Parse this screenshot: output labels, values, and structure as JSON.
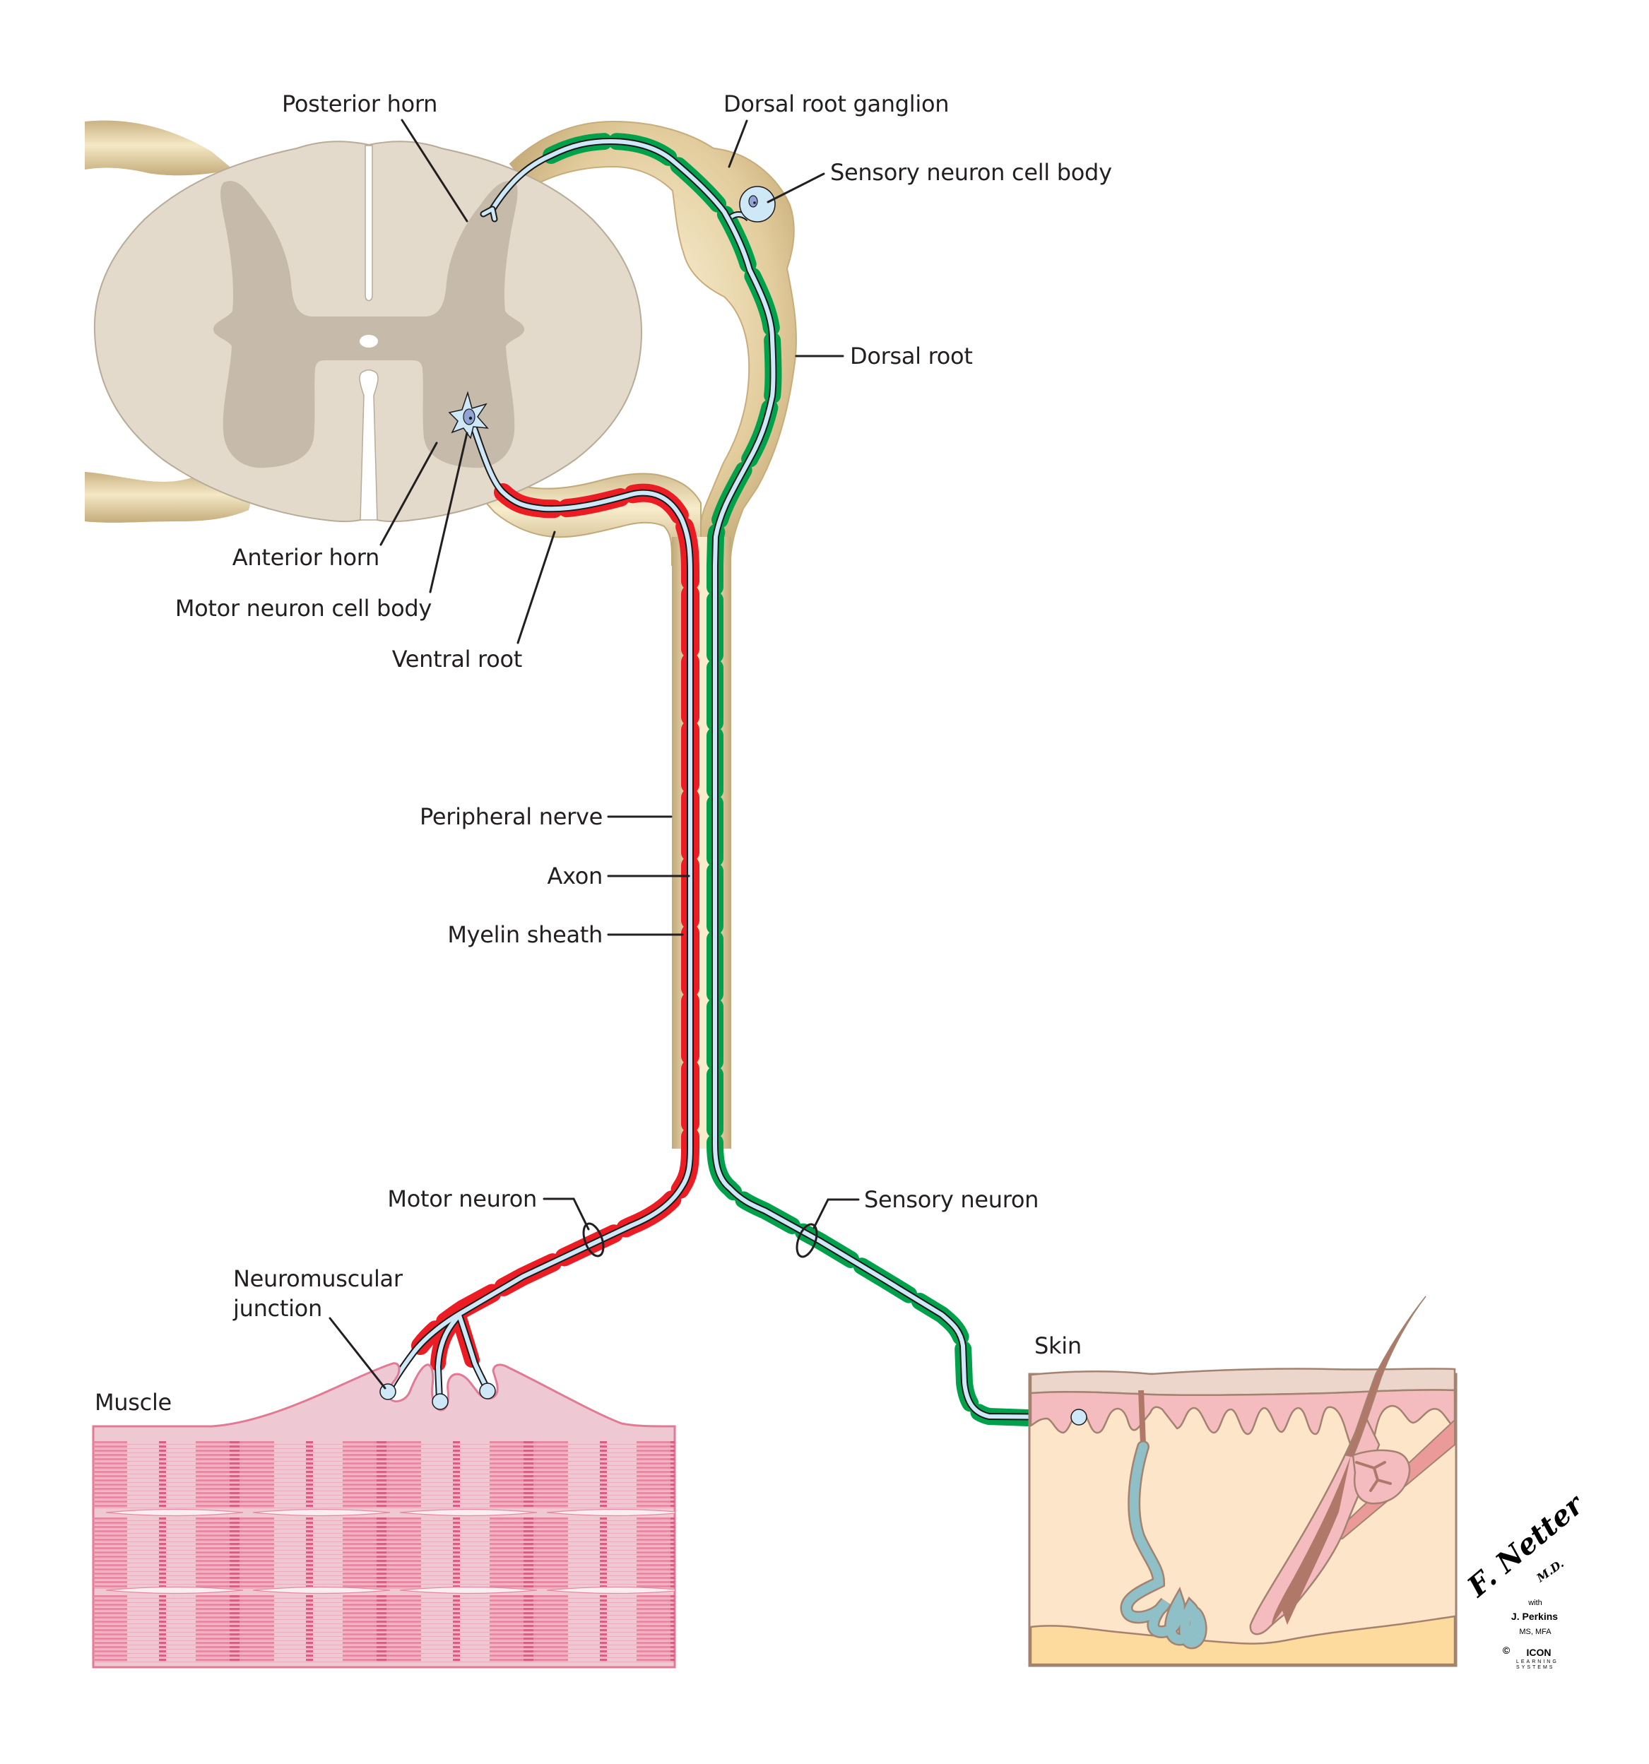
{
  "figure": {
    "title": "Spinal cord, spinal nerve roots and peripheral nerve (motor and sensory neurons)",
    "labels": {
      "posterior_horn": "Posterior horn",
      "dorsal_root_ganglion": "Dorsal root ganglion",
      "sensory_neuron_cell_body": "Sensory neuron cell body",
      "dorsal_root": "Dorsal root",
      "anterior_horn": "Anterior horn",
      "motor_neuron_cell_body": "Motor neuron cell body",
      "ventral_root": "Ventral root",
      "peripheral_nerve": "Peripheral nerve",
      "axon": "Axon",
      "myelin_sheath": "Myelin sheath",
      "motor_neuron": "Motor neuron",
      "sensory_neuron": "Sensory neuron",
      "neuromuscular_junction_line1": "Neuromuscular",
      "neuromuscular_junction_line2": "junction",
      "muscle": "Muscle",
      "skin": "Skin"
    },
    "credits": {
      "signature": "F. Netter",
      "signature_suffix": "M.D.",
      "with": "with",
      "coauthor": "J. Perkins",
      "coauthor_degrees": "MS, MFA",
      "copyright_symbol": "©",
      "publisher": "ICON",
      "publisher_line1": "LEARNING",
      "publisher_line2": "SYSTEMS"
    }
  },
  "colors": {
    "background": "#ffffff",
    "white_matter": "#e3dacb",
    "gray_matter": "#c6baab",
    "cord_outline": "#b8ab98",
    "nerve_sheath": "#dcc595",
    "nerve_sheath_light": "#f6ebc8",
    "nerve_sheath_edge": "#b9a06f",
    "motor_myelin": "#ec1c24",
    "sensory_myelin": "#00a14b",
    "axon": "#cfe8f7",
    "axon_outline": "#1a1a1a",
    "nucleus": "#8fa3d4",
    "muscle_fill": "#eec9d3",
    "muscle_outline": "#e07a95",
    "muscle_band": "#e58aa0",
    "muscle_band_dark": "#d65f84",
    "skin_corneum": "#ecd6cb",
    "skin_epidermis": "#f5bcbf",
    "skin_dermis": "#fde5c9",
    "skin_fat": "#fddb9e",
    "skin_outline": "#a48270",
    "sweat_gland": "#8fbfc7",
    "hair": "#b07868",
    "arrector_pili": "#eb9a9a",
    "label_text": "#231f20"
  },
  "icons": {
    "neuron_cell_body": "circle-with-nucleus",
    "nerve_fiber_bundle_indicator": "ellipse-loop"
  }
}
